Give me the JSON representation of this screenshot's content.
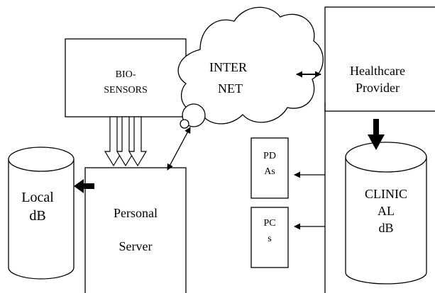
{
  "biosensors": {
    "line1": "BIO-",
    "line2": "SENSORS"
  },
  "internet": {
    "line1": "INTER",
    "line2": "NET"
  },
  "healthcare": {
    "line1": "Healthcare",
    "line2": "Provider"
  },
  "personal_server": {
    "line1": "Personal",
    "line2": "Server"
  },
  "local_db": {
    "line1": "Local",
    "line2": "dB"
  },
  "pdas": {
    "line1": "PD",
    "line2": "As"
  },
  "pcs": {
    "line1": "PC",
    "line2": "s"
  },
  "clinical_db": {
    "line1": "CLINIC",
    "line2": "AL",
    "line3": "dB"
  }
}
